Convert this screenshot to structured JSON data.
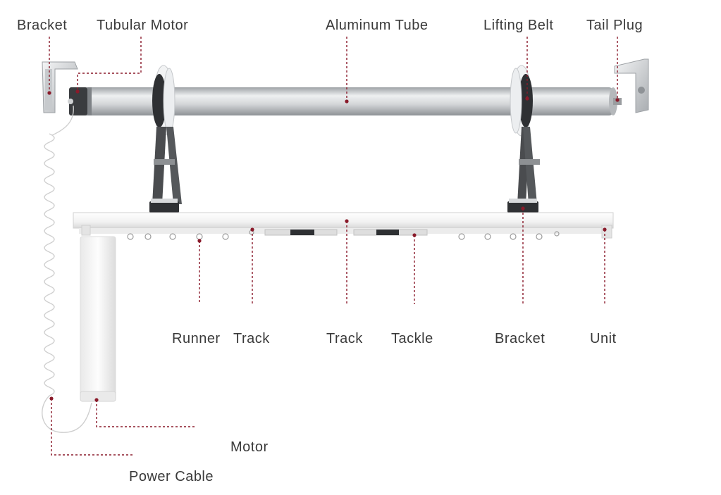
{
  "labels": {
    "bracket_left": "Bracket",
    "tubular_motor": "Tubular Motor",
    "aluminum_tube": "Aluminum Tube",
    "lifting_belt": "Lifting Belt",
    "tail_plug": "Tail Plug",
    "runner": "Runner",
    "track_top": "Track",
    "track": "Track",
    "tackle": "Tackle",
    "bracket_right": "Bracket",
    "unit": "Unit",
    "motor": "Motor",
    "power_cable": "Power Cable"
  },
  "colors": {
    "leader": "#8a1a2a",
    "text": "#3a3a3a",
    "metal": "#c9cbcd",
    "track": "#f4f4f4"
  }
}
